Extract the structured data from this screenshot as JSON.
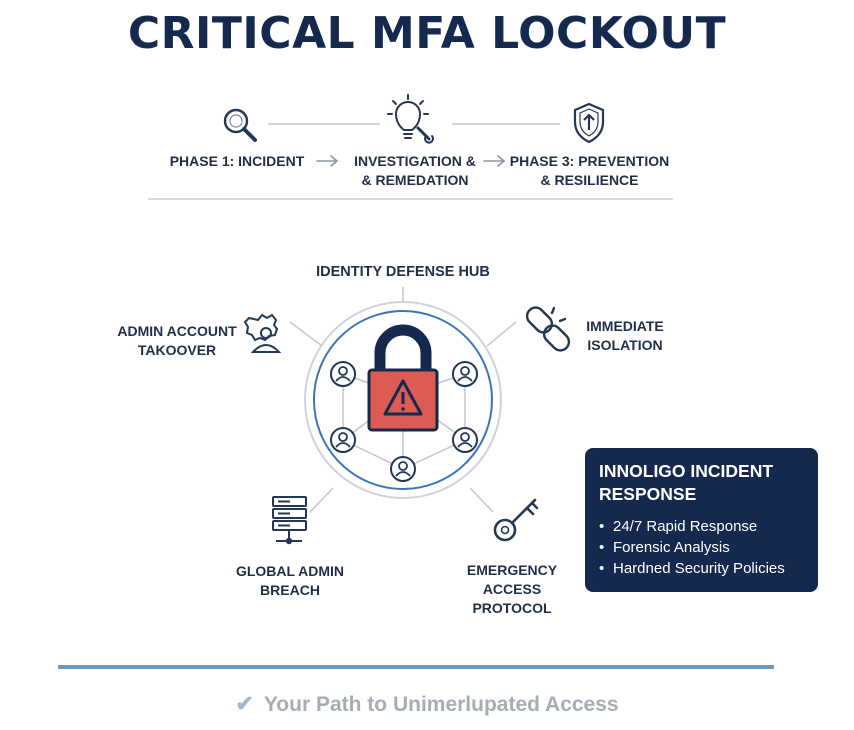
{
  "title": "CRITICAL MFA LOCKOUT",
  "phases": [
    {
      "label_line1": "PHASE 1: INCIDENT",
      "label_line2": "",
      "icon": "magnifier-icon"
    },
    {
      "label_line1": "INVESTIGATION &",
      "label_line2": "& REMEDATION",
      "icon": "lightbulb-wrench-icon"
    },
    {
      "label_line1": "PHASE 3: PREVENTION",
      "label_line2": "& RESILIENCE",
      "icon": "shield-icon"
    }
  ],
  "hub": {
    "label": "IDENTITY DEFENSE HUB"
  },
  "nodes": {
    "admin_takeover": {
      "line1": "ADMIN ACCOUNT",
      "line2": "TAKOOVER",
      "icon": "gear-user-icon"
    },
    "isolation": {
      "line1": "IMMEDIATE",
      "line2": "ISOLATION",
      "icon": "broken-link-icon"
    },
    "global_breach": {
      "line1": "GLOBAL ADMIN",
      "line2": "BREACH",
      "icon": "server-icon"
    },
    "emergency": {
      "line1": "EMERGENCY",
      "line2": "ACCESS",
      "line3": "PROTOCOL",
      "icon": "key-icon"
    }
  },
  "panel": {
    "title_line1": "INNOLIGO INCIDENT",
    "title_line2": "RESPONSE",
    "items": [
      "24/7 Rapid Response",
      "Forensic Analysis",
      "Hardned Security Policies"
    ]
  },
  "footer": {
    "text": "Your Path to Unimerlupated Access"
  },
  "colors": {
    "navy": "#14294d",
    "lock_red": "#dc5b52",
    "ring_blue": "#3d74b9",
    "footer_bar": "#6d96c6",
    "gray_text": "#a6adb7"
  }
}
